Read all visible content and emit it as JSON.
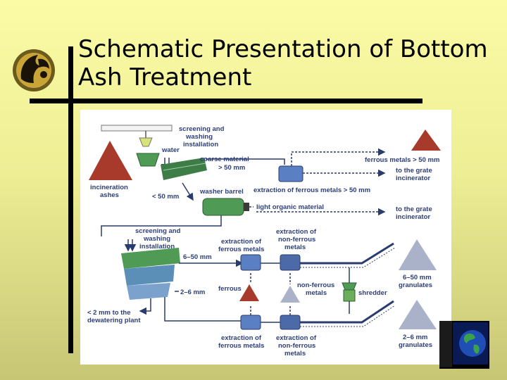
{
  "slide": {
    "title_line1": "Schematic Presentation of Bottom",
    "title_line2": "Ash Treatment"
  },
  "diagram": {
    "labels": {
      "screening_top": [
        "screening and",
        "washing",
        "installation"
      ],
      "water": "water",
      "coarse": [
        "coarse material",
        "> 50 mm"
      ],
      "incineration_ashes": [
        "incineration",
        "ashes"
      ],
      "lt50": "< 50 mm",
      "washer_barrel": "washer barrel",
      "extraction_ferrous_gt50": "extraction of ferrous metals > 50 mm",
      "ferrous_gt50": "ferrous metals > 50 mm",
      "to_grate_1": [
        "to the grate",
        "incinerator"
      ],
      "light_organic": "light organic material",
      "to_grate_2": [
        "to the grate",
        "incinerator"
      ],
      "screening_mid": [
        "screening and",
        "washing",
        "installation"
      ],
      "extraction_ferrous_mid": [
        "extraction of",
        "ferrous metals"
      ],
      "extraction_nonferrous_mid": [
        "extraction of",
        "non-ferrous",
        "metals"
      ],
      "r6_50": "6–50 mm",
      "r2_6": "2–6 mm",
      "ferrous": "ferrous",
      "nonferrous": [
        "non-ferrous",
        "metals"
      ],
      "shredder": "shredder",
      "granulates_6_50": [
        "6–50 mm",
        "granulates"
      ],
      "lt2": [
        "< 2 mm to the",
        "dewatering plant"
      ],
      "extraction_ferrous_bottom": [
        "extraction of",
        "ferrous metals"
      ],
      "extraction_nonferrous_bottom": [
        "extraction of",
        "non-ferrous",
        "metals"
      ],
      "granulates_2_6": [
        "2–6 mm",
        "granulates"
      ]
    }
  },
  "colors": {
    "label_text": "#2c3f7a",
    "flow_line": "#2a3b6e",
    "green_equipment": "#4f9a55",
    "blue_separator": "#5a7fc3",
    "red_pile": "#a83a2c",
    "grey_pile": "#a9b2c9"
  }
}
